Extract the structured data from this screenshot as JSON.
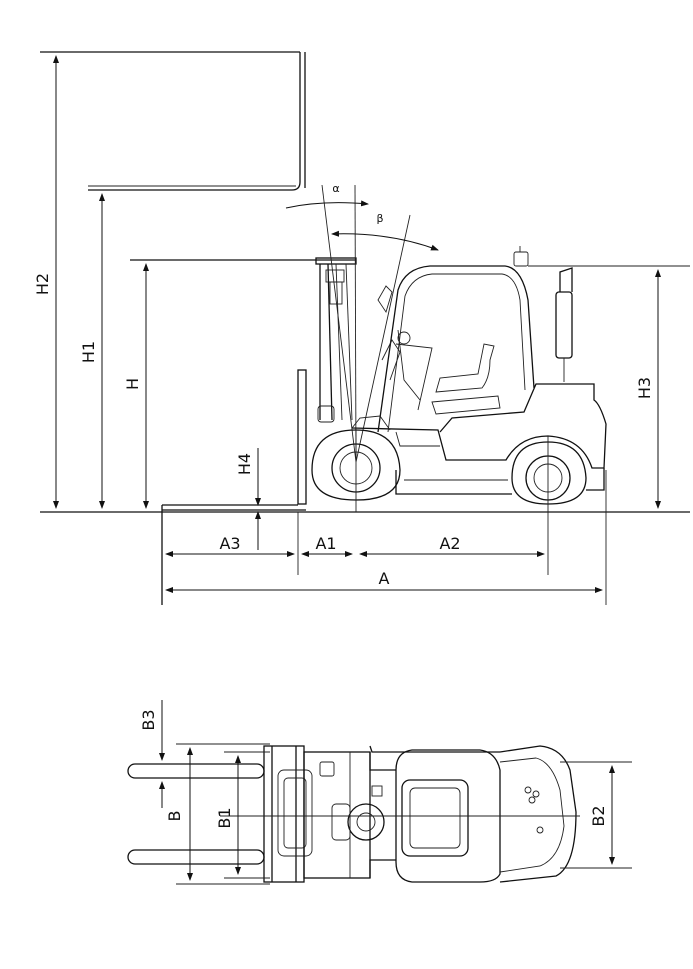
{
  "side_view": {
    "labels": {
      "H2": "H2",
      "H1": "H1",
      "H": "H",
      "H4": "H4",
      "H3": "H3",
      "A3": "A3",
      "A1": "A1",
      "A2": "A2",
      "A": "A",
      "alpha": "α",
      "beta": "β"
    }
  },
  "top_view": {
    "labels": {
      "B3": "B3",
      "B": "B",
      "B1": "B1",
      "B2": "B2"
    }
  }
}
